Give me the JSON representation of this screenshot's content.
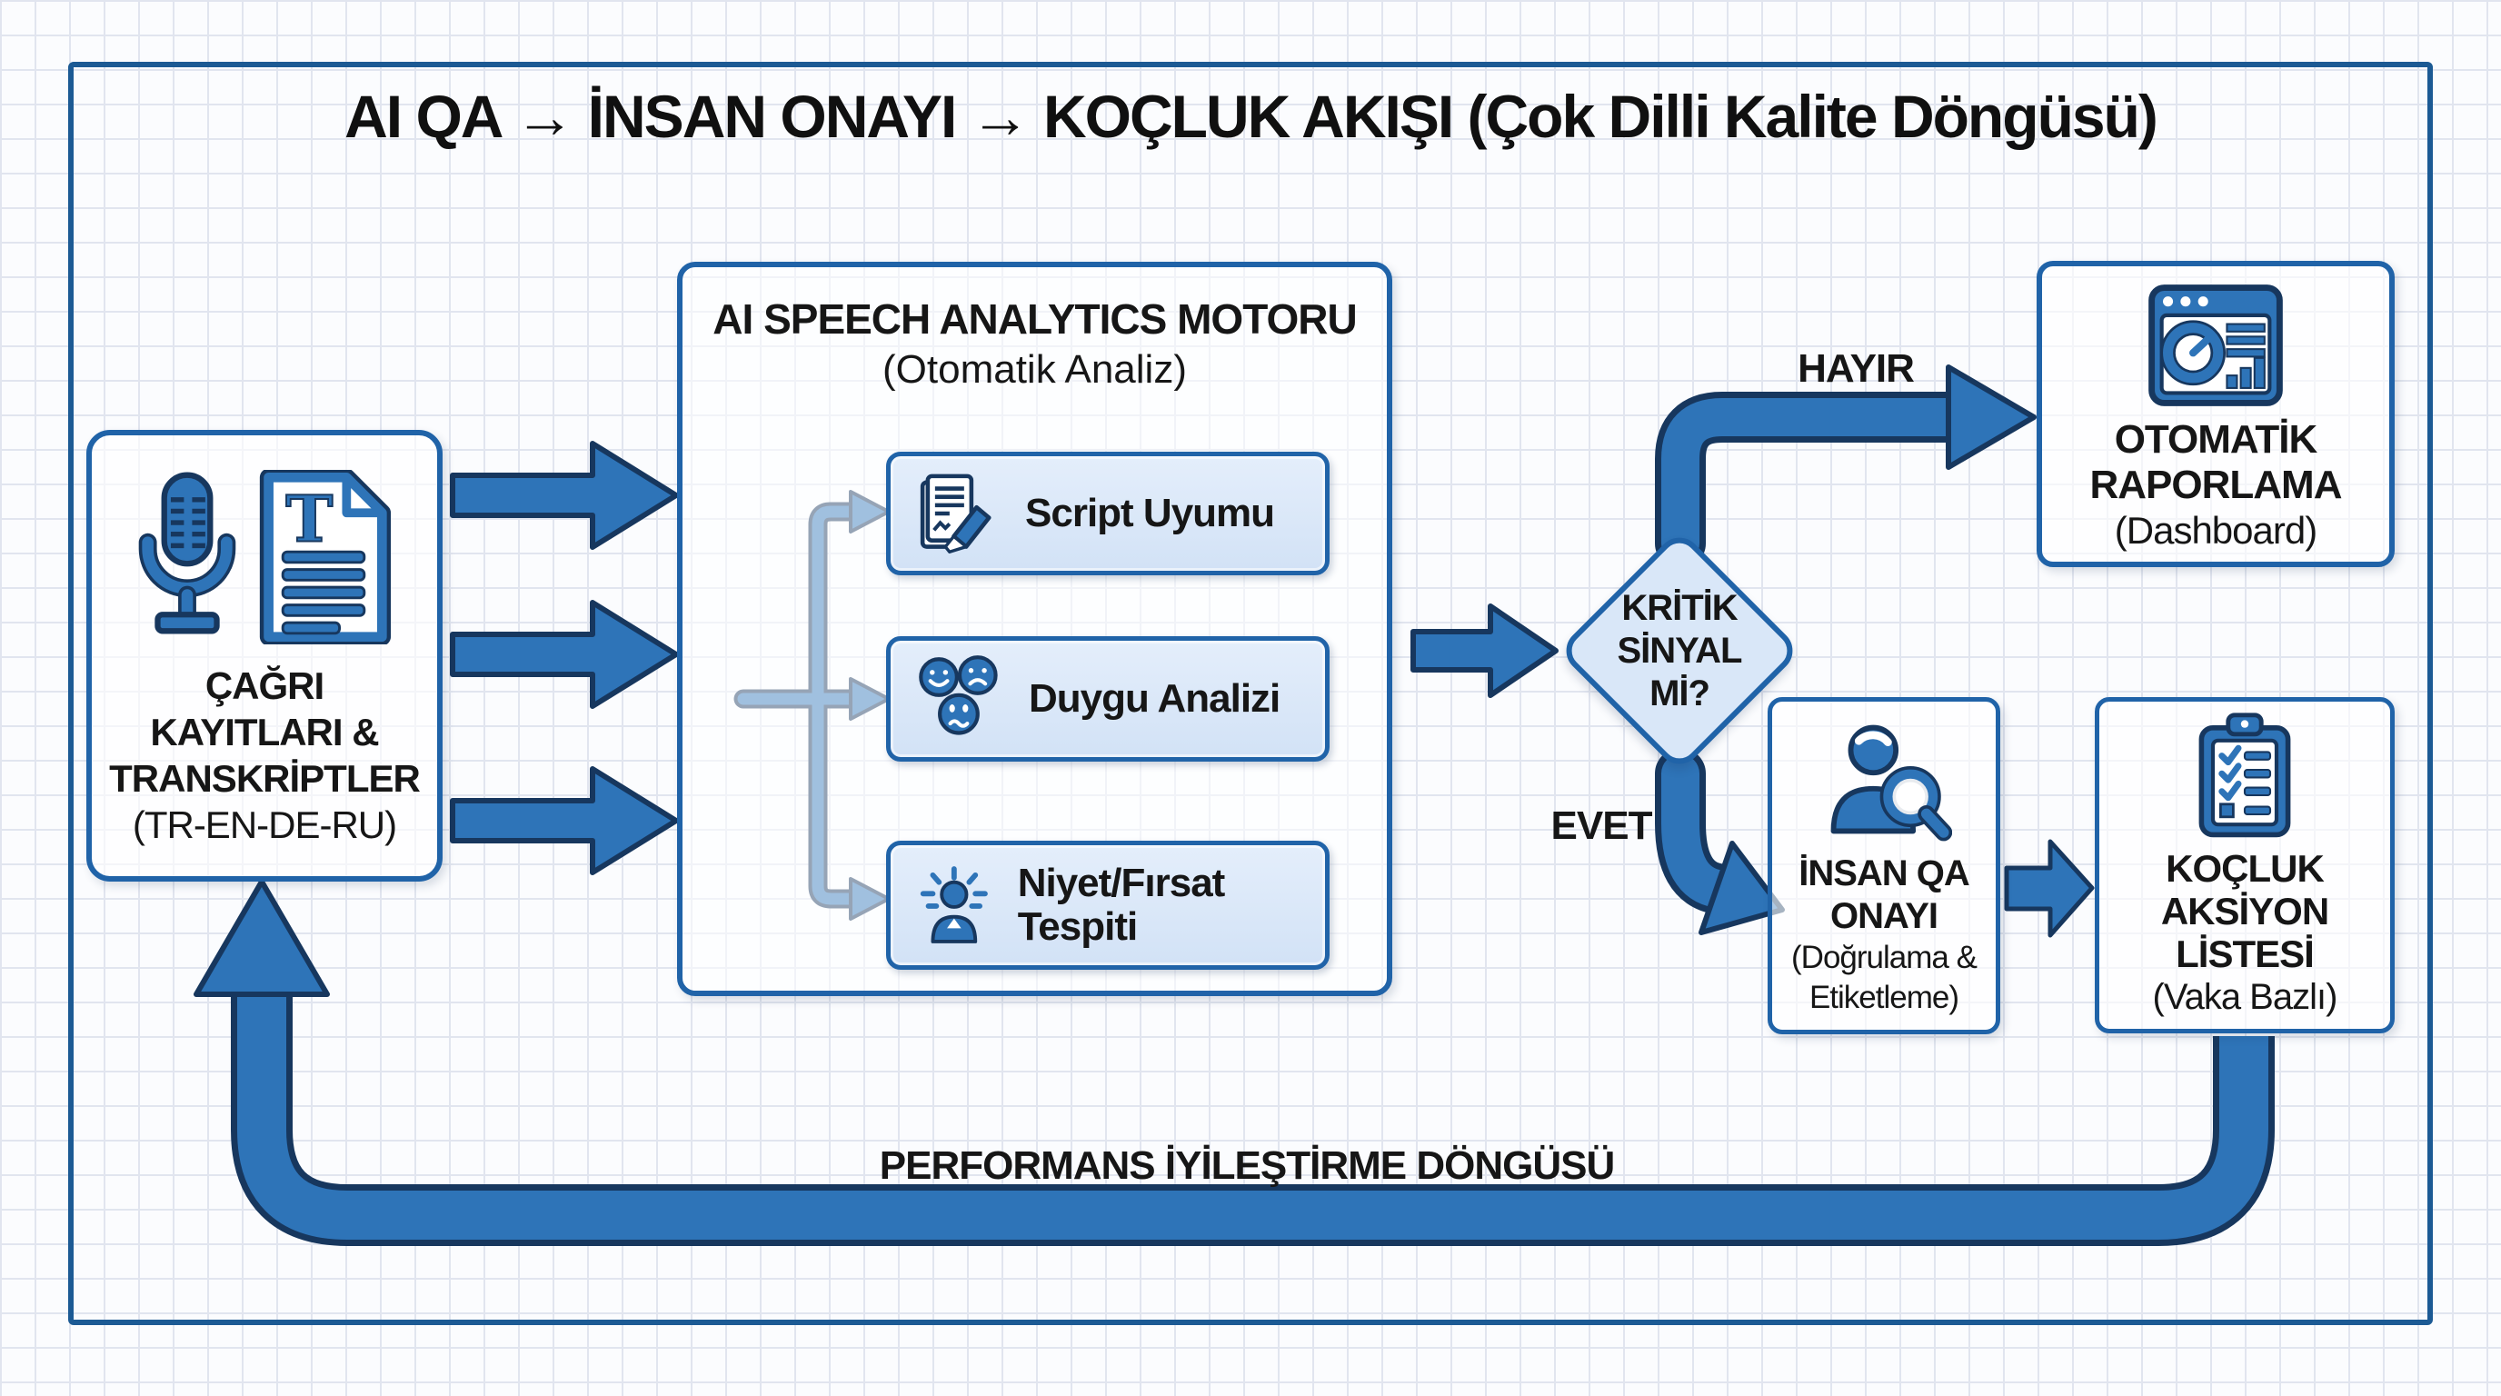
{
  "title": "AI QA → İNSAN ONAYI → KOÇLUK AKIŞI (Çok Dilli Kalite Döngüsü)",
  "source_box": {
    "lines": [
      "ÇAĞRI",
      "KAYITLARI &",
      "TRANSKRİPTLER"
    ],
    "sub": "(TR-EN-DE-RU)"
  },
  "engine": {
    "title": "AI SPEECH ANALYTICS MOTORU",
    "subtitle": "(Otomatik Analiz)",
    "items": [
      "Script Uyumu",
      "Duygu Analizi",
      "Niyet/Fırsat Tespiti"
    ]
  },
  "decision": {
    "lines": [
      "KRİTİK",
      "SİNYAL",
      "Mİ?"
    ],
    "no_label": "HAYIR",
    "yes_label": "EVET"
  },
  "reporting_box": {
    "lines": [
      "OTOMATİK",
      "RAPORLAMA"
    ],
    "sub": "(Dashboard)"
  },
  "human_qa_box": {
    "lines": [
      "İNSAN QA",
      "ONAYI"
    ],
    "sub_lines": [
      "(Doğrulama &",
      "Etiketleme)"
    ]
  },
  "coaching_box": {
    "lines": [
      "KOÇLUK",
      "AKSİYON",
      "LİSTESİ"
    ],
    "sub": "(Vaka Bazlı)"
  },
  "loop_label": "PERFORMANS İYİLEŞTİRME DÖNGÜSÜ",
  "icons": {
    "source": "microphone-and-transcript-icon",
    "script": "document-pencil-icon",
    "sentiment": "emotion-faces-icon",
    "intent": "idea-person-icon",
    "reporting": "dashboard-icon",
    "human_qa": "person-magnifier-icon",
    "coaching": "clipboard-checklist-icon"
  },
  "colors": {
    "accent_blue": "#2e74b8",
    "outline_navy": "#17375e",
    "box_border": "#2063a8",
    "light_blue_fill": "#d9e7f8",
    "grid_line": "#e1e5ef",
    "text": "#161616"
  }
}
